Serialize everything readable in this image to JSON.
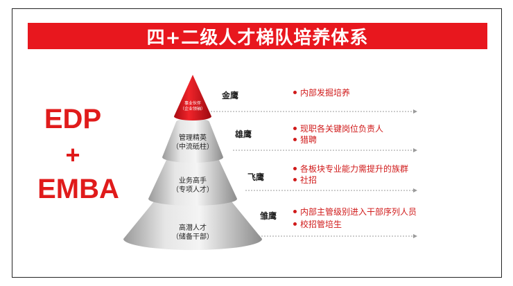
{
  "title": "四+二级人才梯队培养体系",
  "programs": {
    "line1": "EDP",
    "plus": "+",
    "line2": "EMBA"
  },
  "tiers": [
    {
      "role": "事业伙伴",
      "sub": "（企业领袖）",
      "rank": "金鹰",
      "bullets": [
        "内部发掘培养"
      ]
    },
    {
      "role": "管理精英",
      "sub": "（中流砥柱）",
      "rank": "雄鹰",
      "bullets": [
        "现职各关键岗位负责人",
        "猎聘"
      ]
    },
    {
      "role": "业务高手",
      "sub": "（专项人才）",
      "rank": "飞鹰",
      "bullets": [
        "各板块专业能力需提升的族群",
        "社招"
      ]
    },
    {
      "role": "高潜人才",
      "sub": "（储备干部）",
      "rank": "雏鹰",
      "bullets": [
        "内部主管级别进入干部序列人员",
        "校招管培生"
      ]
    }
  ],
  "colors": {
    "accent": "#e8171e",
    "tier_top": "#e3101b",
    "tier_body": "#dcdcdc"
  }
}
